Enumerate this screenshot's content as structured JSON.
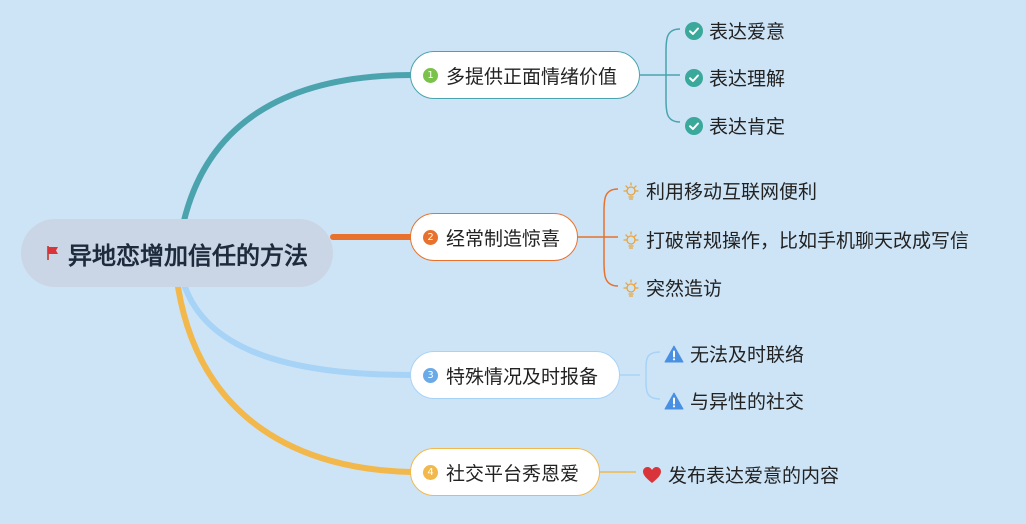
{
  "colors": {
    "background": "#cde4f7",
    "branch1": "#4aa3ad",
    "branch2": "#e8722d",
    "branch3": "#a7d3f7",
    "branch4": "#f2b84b",
    "check": "#3aa89a",
    "warning": "#4a90e2",
    "heart": "#d9343a"
  },
  "root": {
    "title": "异地恋增加信任的方法",
    "icon": "flag-icon"
  },
  "branches": [
    {
      "num": "1",
      "label": "多提供正面情绪价值",
      "leaf_icon": "check-circle-icon",
      "leaves": [
        "表达爱意",
        "表达理解",
        "表达肯定"
      ]
    },
    {
      "num": "2",
      "label": "经常制造惊喜",
      "leaf_icon": "lightbulb-icon",
      "leaves": [
        "利用移动互联网便利",
        "打破常规操作，比如手机聊天改成写信",
        "突然造访"
      ]
    },
    {
      "num": "3",
      "label": "特殊情况及时报备",
      "leaf_icon": "warning-icon",
      "leaves": [
        "无法及时联络",
        "与异性的社交"
      ]
    },
    {
      "num": "4",
      "label": "社交平台秀恩爱",
      "leaf_icon": "heart-icon",
      "leaves": [
        "发布表达爱意的内容"
      ]
    }
  ]
}
